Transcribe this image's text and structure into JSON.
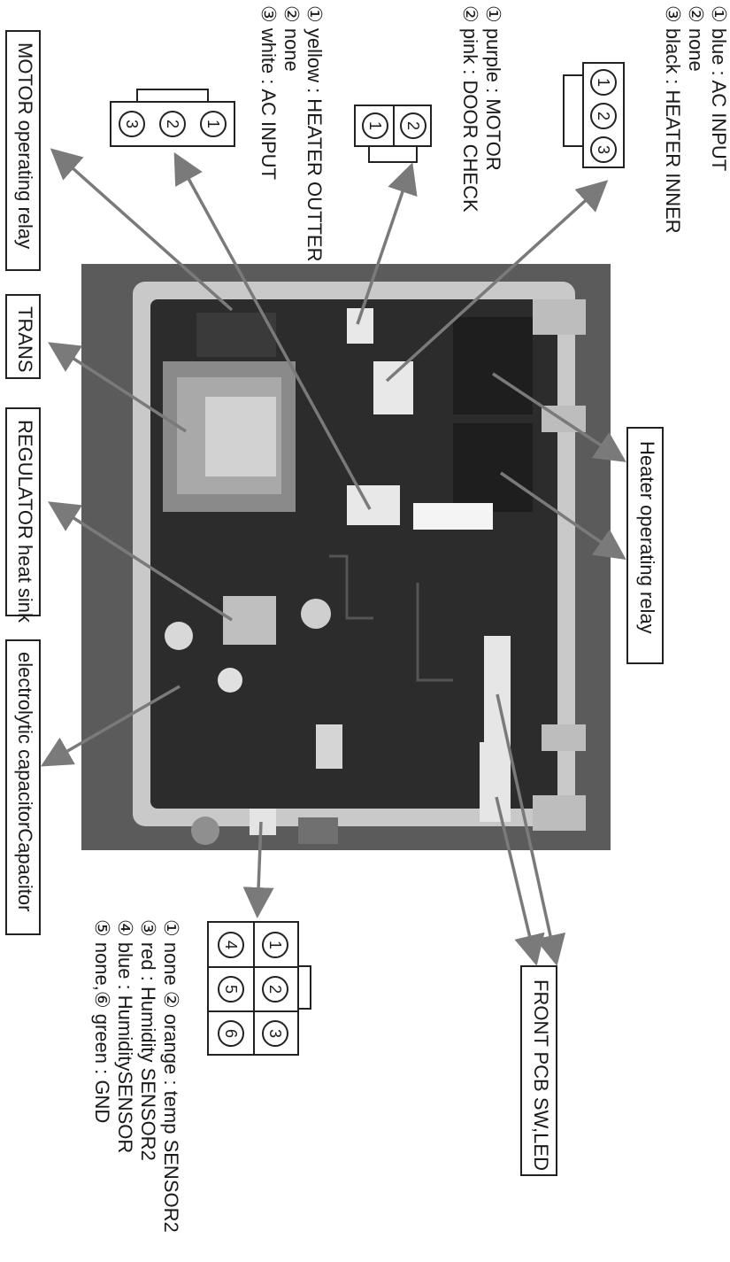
{
  "labels": {
    "motor_relay": "MOTOR operating relay",
    "trans": "TRANS",
    "regulator": "REGULATOR heat sink",
    "electrolytic": "electrolytic capacitorCapacitor",
    "heater_relay": "Heater operating relay",
    "front_pcb": "FRONT PCB SW,LED"
  },
  "legends": {
    "heater_inner": {
      "lines": [
        "① blue : AC INPUT",
        "② none",
        "③ black : HEATER INNER"
      ]
    },
    "motor_door": {
      "lines": [
        "① purple : MOTOR",
        "② pink : DOOR CHECK"
      ]
    },
    "heater_outter": {
      "lines": [
        "① yellow : HEATER OUTTER",
        "② none",
        "③ white : AC INPUT"
      ]
    },
    "sensor": {
      "lines": [
        "① none ② orange : temp SENSOR2",
        "③ red : Humidity SENSOR2",
        "④ blue : HumiditySENSOR",
        "⑤ none,⑥ green : GND"
      ]
    }
  },
  "connectors": {
    "heater_inner": [
      "1",
      "2",
      "3"
    ],
    "motor_door": [
      "2",
      "1"
    ],
    "heater_outter": [
      "1",
      "2",
      "3"
    ],
    "sensor": [
      "1",
      "2",
      "3",
      "4",
      "5",
      "6"
    ]
  },
  "colors": {
    "arrow": "#7a7a7a",
    "board": "#2b2b2b",
    "housing": "#cfcfcf"
  }
}
